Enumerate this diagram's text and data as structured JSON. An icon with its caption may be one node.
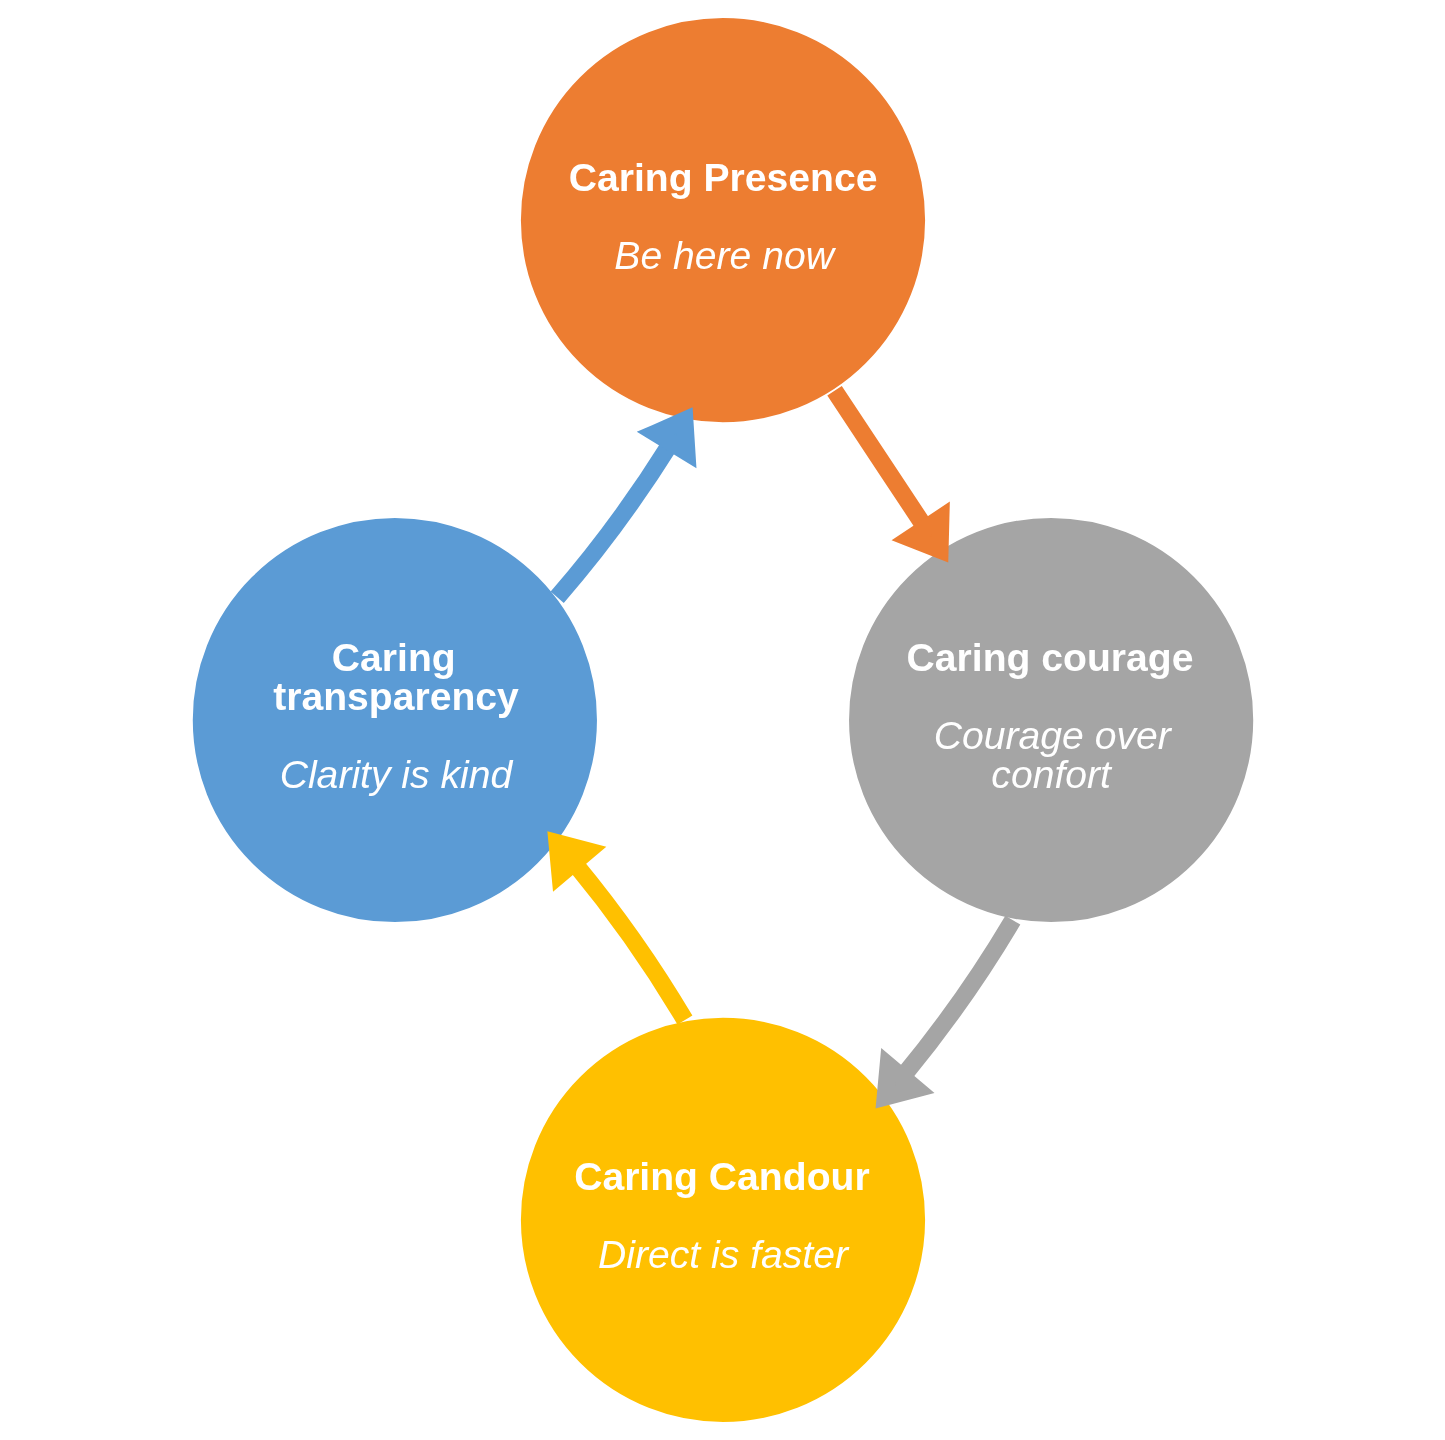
{
  "diagram": {
    "nodes": [
      {
        "text": [
          "Caring Presence",
          "Be here now"
        ]
      },
      {
        "text": [
          "Caring courage",
          "Courage over confort"
        ]
      },
      {
        "text": [
          "Caring Candour",
          "Direct is faster"
        ]
      },
      {
        "text": [
          "Caring transparency",
          "Clarity is kind"
        ]
      }
    ],
    "edges": [
      {
        "from": 0,
        "to": 1,
        "arrow": "to",
        "color": "#ed7d31"
      },
      {
        "from": 1,
        "to": 2,
        "arrow": "to",
        "color": "#a5a5a5"
      },
      {
        "from": 2,
        "to": 3,
        "arrow": "to",
        "color": "#ffc000"
      },
      {
        "from": 3,
        "to": 0,
        "arrow": "to",
        "color": "#5b9bd5"
      }
    ]
  }
}
